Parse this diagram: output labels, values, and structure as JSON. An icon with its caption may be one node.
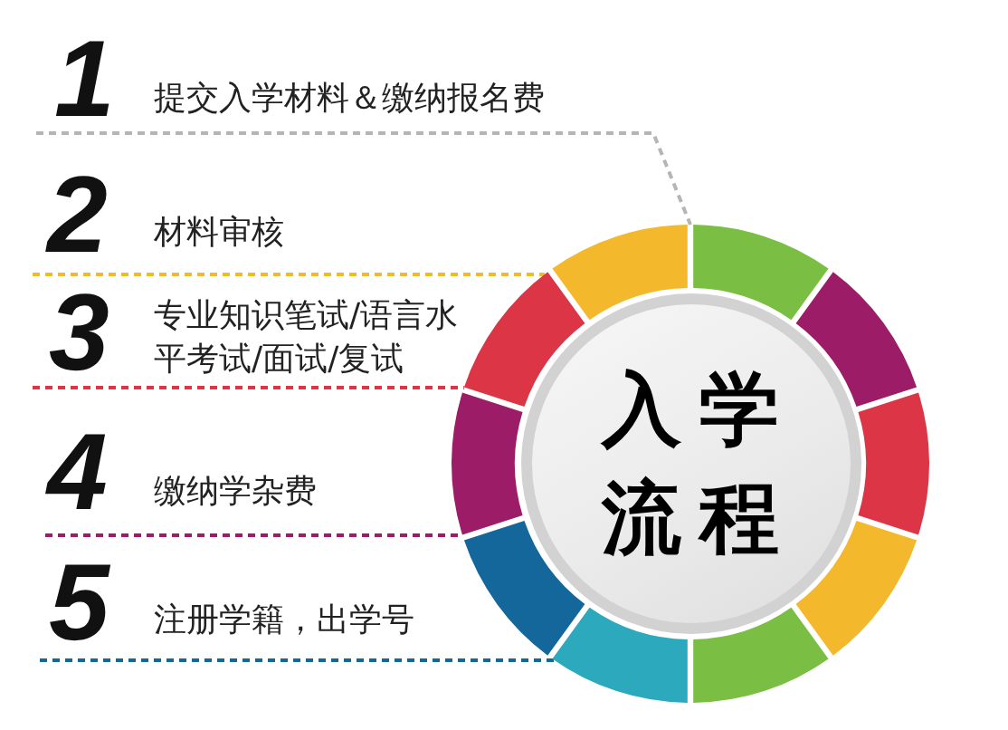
{
  "diagram": {
    "nodes": [
      {
        "text": [
          "入学流程"
        ]
      }
    ],
    "labels": [
      "1",
      "提交入学材料＆缴纳报名费",
      "2",
      "材料审核",
      "3",
      "专业知识笔试/语言水平考试/面试/复试",
      "4",
      "缴纳学杂费",
      "5",
      "注册学籍，出学号"
    ]
  }
}
